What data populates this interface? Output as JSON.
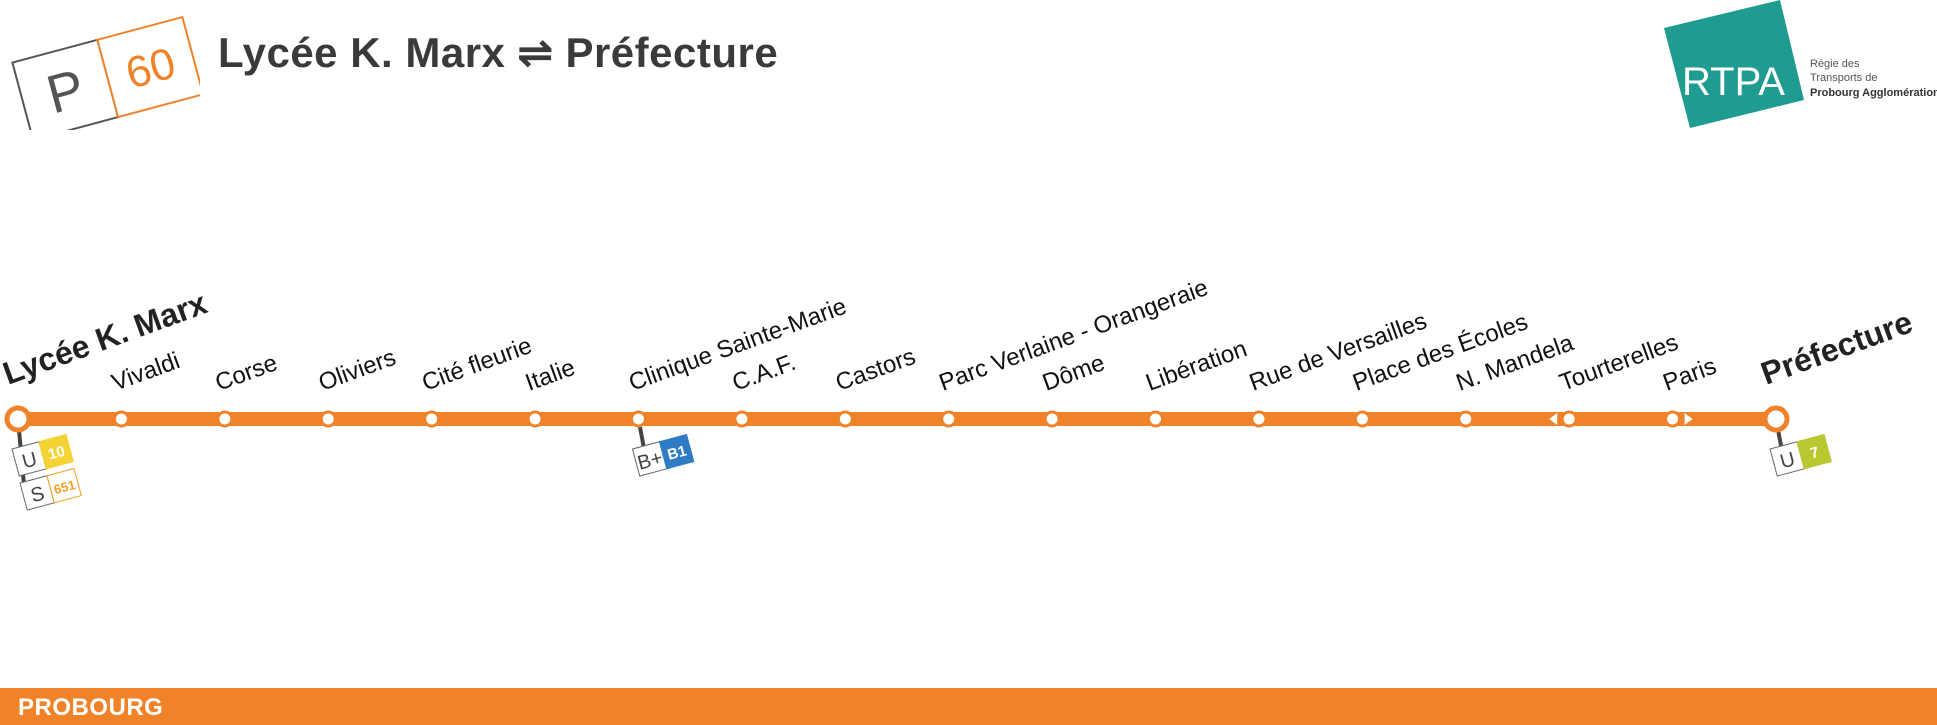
{
  "header": {
    "mode_letter": "P",
    "line_number": "60",
    "title": "Lycée K. Marx ⇌ Préfecture"
  },
  "logo": {
    "acronym": "RTPA",
    "line1": "Régie des",
    "line2": "Transports de",
    "line3": "Probourg Agglomération"
  },
  "colors": {
    "line": "#f0832a",
    "logo": "#1f9b8f",
    "text": "#3a3a3a"
  },
  "stations": [
    {
      "name": "Lycée K. Marx",
      "terminus": true
    },
    {
      "name": "Vivaldi"
    },
    {
      "name": "Corse"
    },
    {
      "name": "Oliviers"
    },
    {
      "name": "Cité fleurie"
    },
    {
      "name": "Italie"
    },
    {
      "name": "Clinique Sainte-Marie"
    },
    {
      "name": "C.A.F."
    },
    {
      "name": "Castors"
    },
    {
      "name": "Parc Verlaine - Orangeraie"
    },
    {
      "name": "Dôme"
    },
    {
      "name": "Libération"
    },
    {
      "name": "Rue de Versailles"
    },
    {
      "name": "Place des Écoles"
    },
    {
      "name": "N. Mandela"
    },
    {
      "name": "Tourterelles",
      "direction": "left-only"
    },
    {
      "name": "Paris",
      "direction": "right-only"
    },
    {
      "name": "Préfecture",
      "terminus": true
    }
  ],
  "connections": [
    {
      "station": 0,
      "items": [
        {
          "mode": "U",
          "line": "10",
          "color": "#f5d334",
          "filled": true
        },
        {
          "mode": "S",
          "line": "651",
          "color": "#f0a01e",
          "filled": false
        }
      ]
    },
    {
      "station": 6,
      "items": [
        {
          "mode": "B+",
          "line": "B1",
          "color": "#2f7cc4",
          "filled": true
        }
      ]
    },
    {
      "station": 17,
      "items": [
        {
          "mode": "U",
          "line": "7",
          "color": "#b9c831",
          "filled": true
        }
      ]
    }
  ],
  "footer": {
    "city": "PROBOURG"
  }
}
